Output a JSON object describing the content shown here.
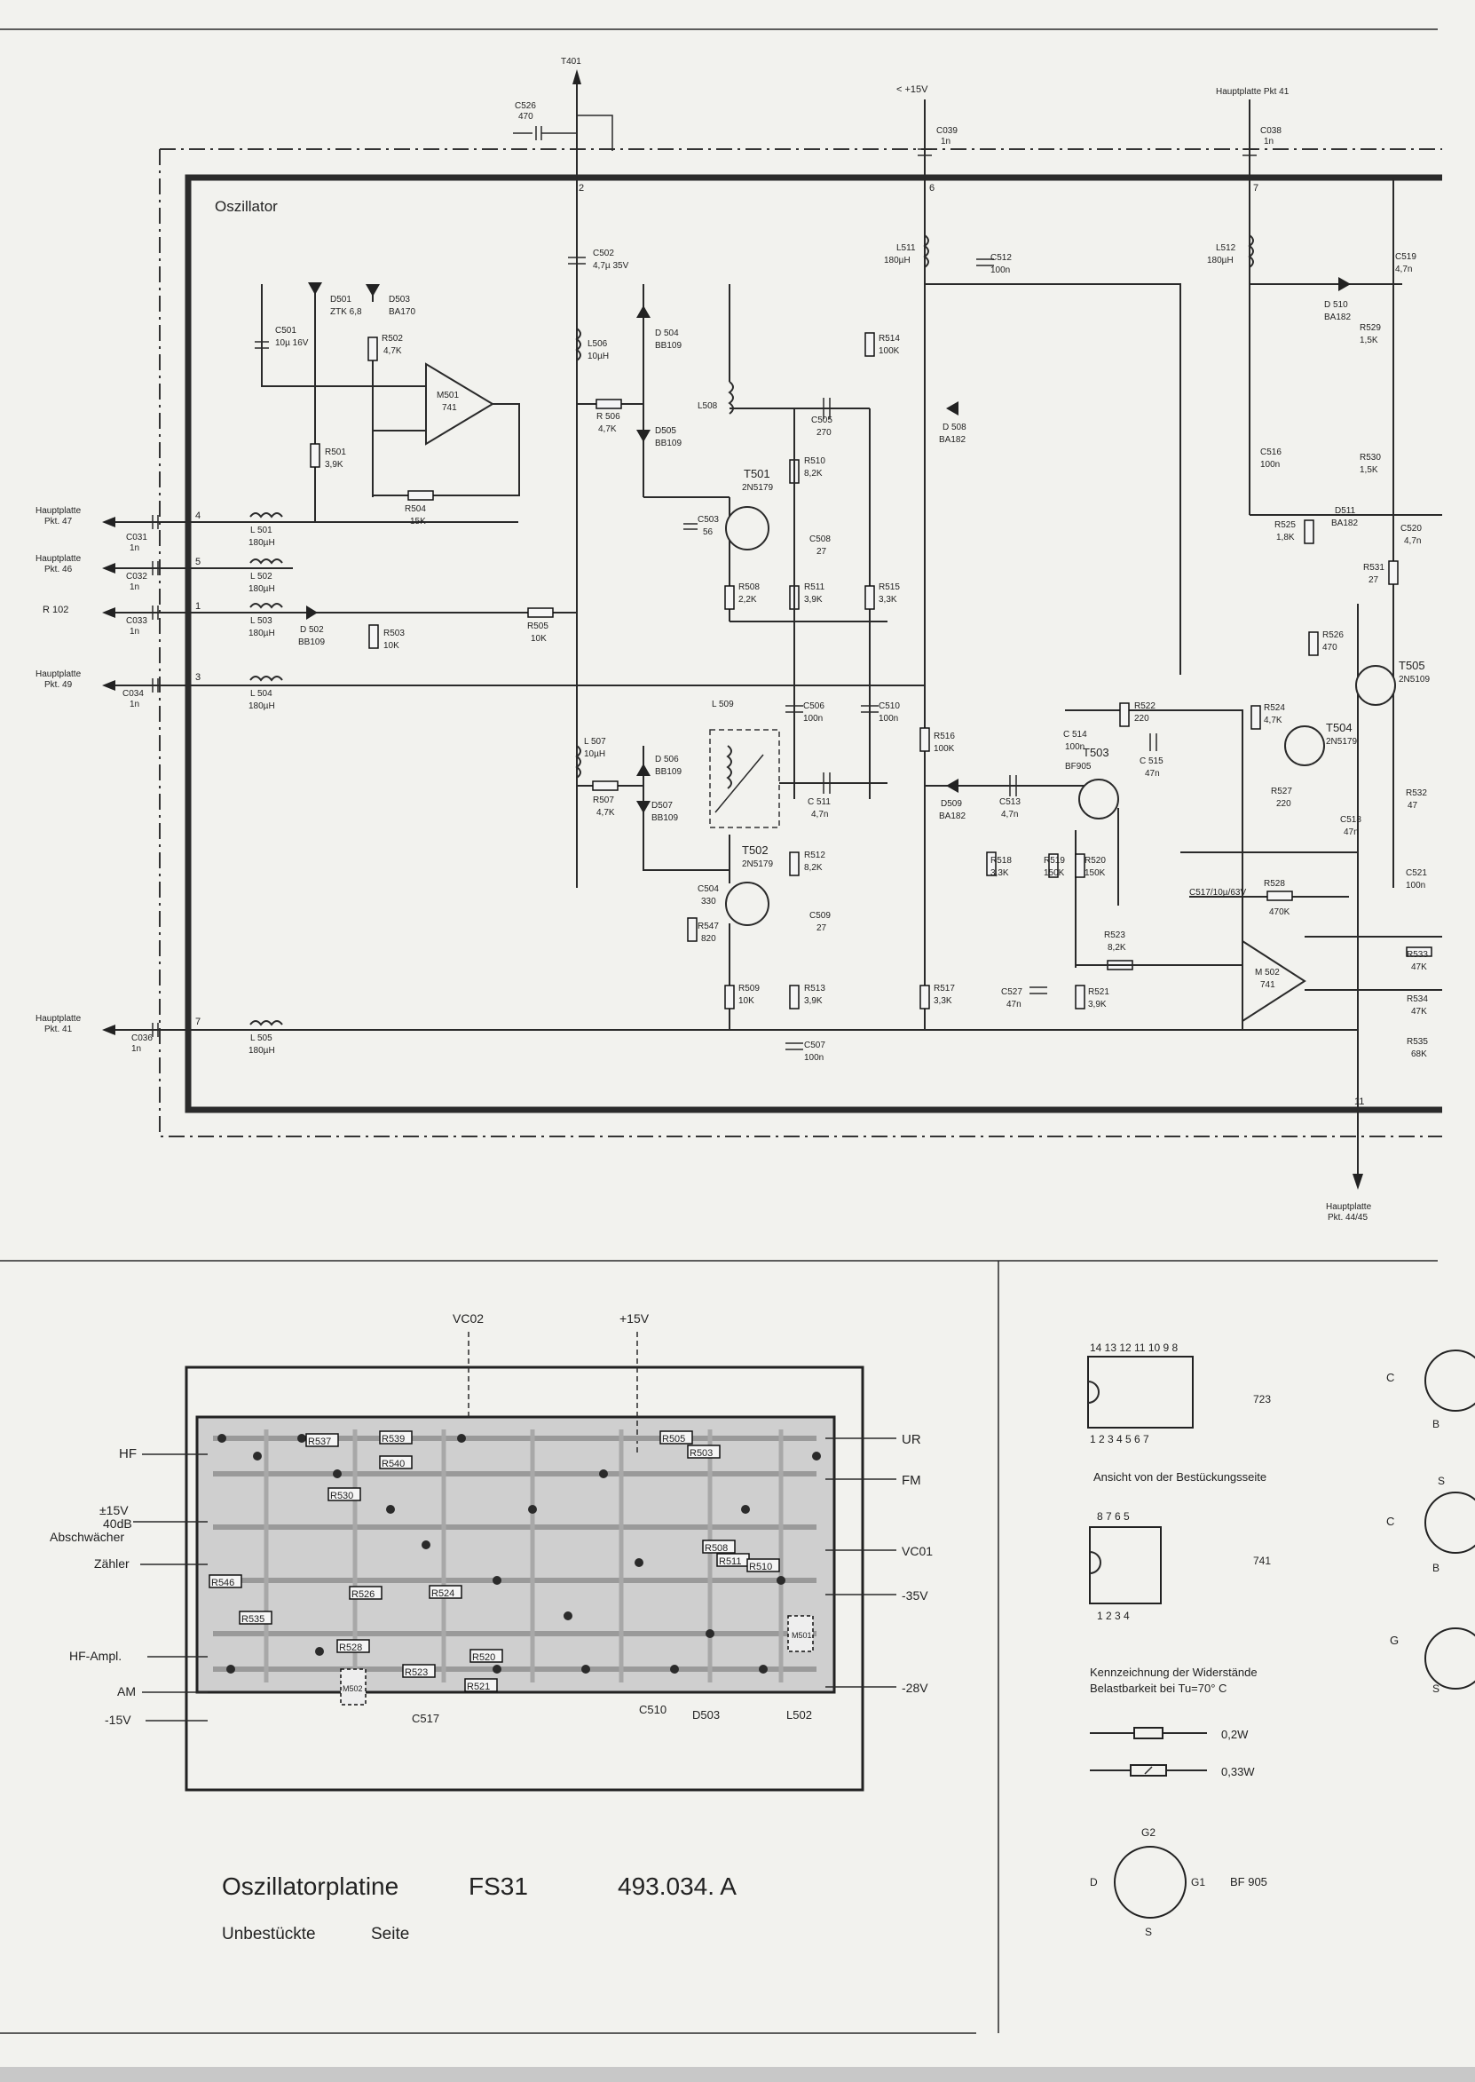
{
  "schematic": {
    "section_title": "Oszillator",
    "supply": "< +15V",
    "top_labels": [
      {
        "id": "T401",
        "text": "T401"
      },
      {
        "id": "C526",
        "text": "C526",
        "value": "470"
      },
      {
        "id": "C039",
        "text": "C039",
        "value": "1n"
      },
      {
        "id": "C038",
        "text": "C038",
        "value": "1n"
      },
      {
        "id": "HP41",
        "text": "Hauptplatte Pkt 41"
      }
    ],
    "left_connectors": [
      {
        "name": "Hauptplatte",
        "pkt": "Pkt. 47",
        "cap": "C031",
        "cval": "1n",
        "pin": "4"
      },
      {
        "name": "Hauptplatte",
        "pkt": "Pkt. 46",
        "cap": "C032",
        "cval": "1n",
        "pin": "5"
      },
      {
        "name": "R 102",
        "pkt": "",
        "cap": "C033",
        "cval": "1n",
        "pin": "1"
      },
      {
        "name": "Hauptplatte",
        "pkt": "Pkt. 49",
        "cap": "C034",
        "cval": "1n",
        "pin": "3"
      },
      {
        "name": "Hauptplatte",
        "pkt": "Pkt. 41",
        "cap": "C036",
        "cval": "1n",
        "pin": "7"
      }
    ],
    "components": {
      "C501": "10µ 16V",
      "D501": "ZTK 6,8",
      "D503": "BA170",
      "R502": "4,7K",
      "M501": "741",
      "R501": "3,9K",
      "R504": "15K",
      "L501": "180µH",
      "L502": "180µH",
      "L503": "180µH",
      "L504": "180µH",
      "L505": "180µH",
      "D502": "BB109",
      "R503": "10K",
      "R505": "10K",
      "C502": "4,7µ 35V",
      "L506": "10µH",
      "R506": "4,7K",
      "D504": "BB109",
      "D505": "BB109",
      "L508": "L508",
      "T501": "2N5179",
      "C503": "56",
      "C505": "270",
      "R510": "8,2K",
      "C508": "27",
      "R508": "2,2K",
      "R511": "3,9K",
      "L511": "180µH",
      "C512": "100n",
      "R514": "100K",
      "D508": "BA182",
      "R515": "3,3K",
      "L509": "L 509",
      "C506": "100n",
      "C510": "100n",
      "L507": "10µH",
      "D506": "BB109",
      "R507": "4,7K",
      "D507": "BB109",
      "C511": "4,7n",
      "T502": "2N5179",
      "C504": "330",
      "R512": "8,2K",
      "R547": "820",
      "C509": "27",
      "R509": "10K",
      "R513": "3,9K",
      "C507": "100n",
      "R516": "100K",
      "D509": "BA182",
      "C513": "4,7n",
      "R518": "3,3K",
      "T503": "BF905",
      "R519": "150K",
      "R520": "150K",
      "C514": "100n",
      "R522": "220",
      "C515": "47n",
      "R517": "3,3K",
      "C527": "47n",
      "R521": "3,9K",
      "R523": "8,2K",
      "M502": "741",
      "C517": "C517/10µ/63V",
      "R528": "470K",
      "L512": "180µH",
      "D510": "BA182",
      "C516": "100n",
      "R529": "1,5K",
      "R530": "1,5K",
      "R525": "1,8K",
      "D511": "BA182",
      "C520": "4,7n",
      "R531": "27",
      "R526": "470",
      "R524": "4,7K",
      "T504": "2N5179",
      "T505": "2N5109",
      "R527": "220",
      "C518": "47n",
      "R532": "47",
      "C521": "100n",
      "R533": "47K",
      "R534": "47K",
      "R535": "68K",
      "C519": "4,7n"
    },
    "bottom_label": {
      "name": "Hauptplatte",
      "pkt": "Pkt. 44/45",
      "pin": "11"
    }
  },
  "pcb": {
    "top_labels": [
      "VC02",
      "+15V"
    ],
    "left_labels": [
      "HF",
      "±15V",
      "40dB",
      "Abschwächer",
      "Zähler",
      "HF-Ampl.",
      "AM",
      "-15V"
    ],
    "right_labels": [
      "UR",
      "FM",
      "VC01",
      "-35V",
      "-28V"
    ],
    "title": "Oszillatorplatine",
    "model": "FS31",
    "part_number": "493.034. A",
    "subtitle_a": "Unbestückte",
    "subtitle_b": "Seite",
    "bottom_marks": [
      "C510",
      "D503",
      "L502",
      "C517"
    ]
  },
  "legend": {
    "ic14_pins_top": "14 13 12 11 10 9 8",
    "ic14_pins_bottom": "1 2 3 4 5 6 7",
    "ic14_name": "723",
    "view_note": "Ansicht von der Bestückungsseite",
    "ic8_pins_top": "8 7 6 5",
    "ic8_pins_bottom": "1 2 3 4",
    "ic8_name": "741",
    "resistor_note_1": "Kennzeichnung der Widerstände",
    "resistor_note_2": "Belastbarkeit bei Tu=70° C",
    "r1": "0,2W",
    "r2": "0,33W",
    "fet_name": "BF 905",
    "fet_pins": {
      "g2": "G2",
      "d": "D",
      "g1": "G1",
      "s": "S"
    },
    "transistor_pins": [
      "C",
      "B",
      "S",
      "C",
      "B",
      "G",
      "S"
    ]
  }
}
